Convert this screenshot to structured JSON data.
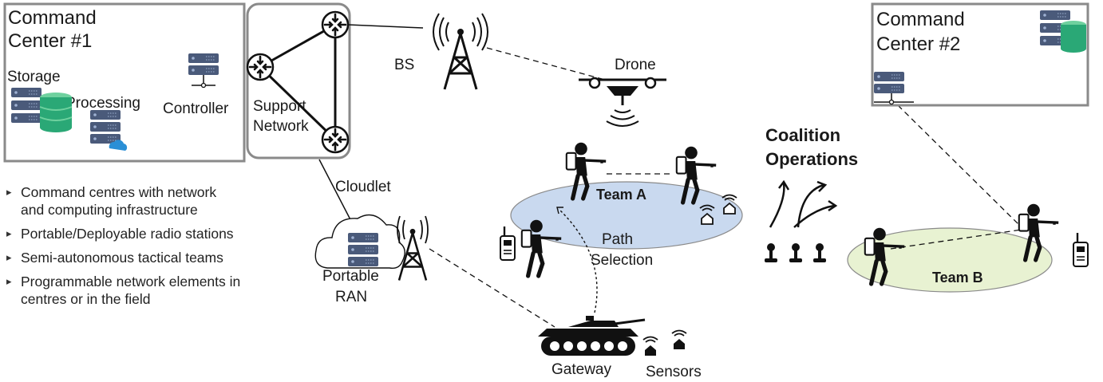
{
  "command_center_1": {
    "title_line1": "Command",
    "title_line2": "Center #1",
    "storage_label": "Storage",
    "processing_label": "Processing",
    "controller_label": "Controller"
  },
  "support_network": {
    "label_line1": "Support",
    "label_line2": "Network"
  },
  "base_station": {
    "label": "BS"
  },
  "drone": {
    "label": "Drone"
  },
  "command_center_2": {
    "title_line1": "Command",
    "title_line2": "Center #2"
  },
  "coalition": {
    "line1": "Coalition",
    "line2": "Operations"
  },
  "cloudlet": {
    "label": "Cloudlet"
  },
  "portable_ran": {
    "label_line1": "Portable",
    "label_line2": "RAN"
  },
  "team_a": {
    "label": "Team A"
  },
  "team_b": {
    "label": "Team B"
  },
  "path_selection": {
    "line1": "Path",
    "line2": "Selection"
  },
  "gateway": {
    "label": "Gateway"
  },
  "sensors": {
    "label": "Sensors"
  },
  "bullets": [
    {
      "line1": "Command centres with network",
      "line2": "and computing infrastructure"
    },
    {
      "line1": "Portable/Deployable radio stations",
      "line2": ""
    },
    {
      "line1": "Semi-autonomous tactical teams",
      "line2": ""
    },
    {
      "line1": "Programmable network elements in",
      "line2": "centres or in the field"
    }
  ],
  "colors": {
    "team_a_fill": "#c9d9ef",
    "team_b_fill": "#e8f2d2",
    "server_body": "#4a5a7a",
    "storage_green": "#2aa876",
    "cloud_blue": "#2a8fd6"
  },
  "icons": [
    "router-icon",
    "server-icon",
    "storage-icon",
    "cloud-icon",
    "radio-tower-icon",
    "drone-icon",
    "soldier-icon",
    "tank-icon",
    "sensor-icon",
    "walkie-talkie-icon",
    "crossing-arrows-icon",
    "person-icon"
  ]
}
